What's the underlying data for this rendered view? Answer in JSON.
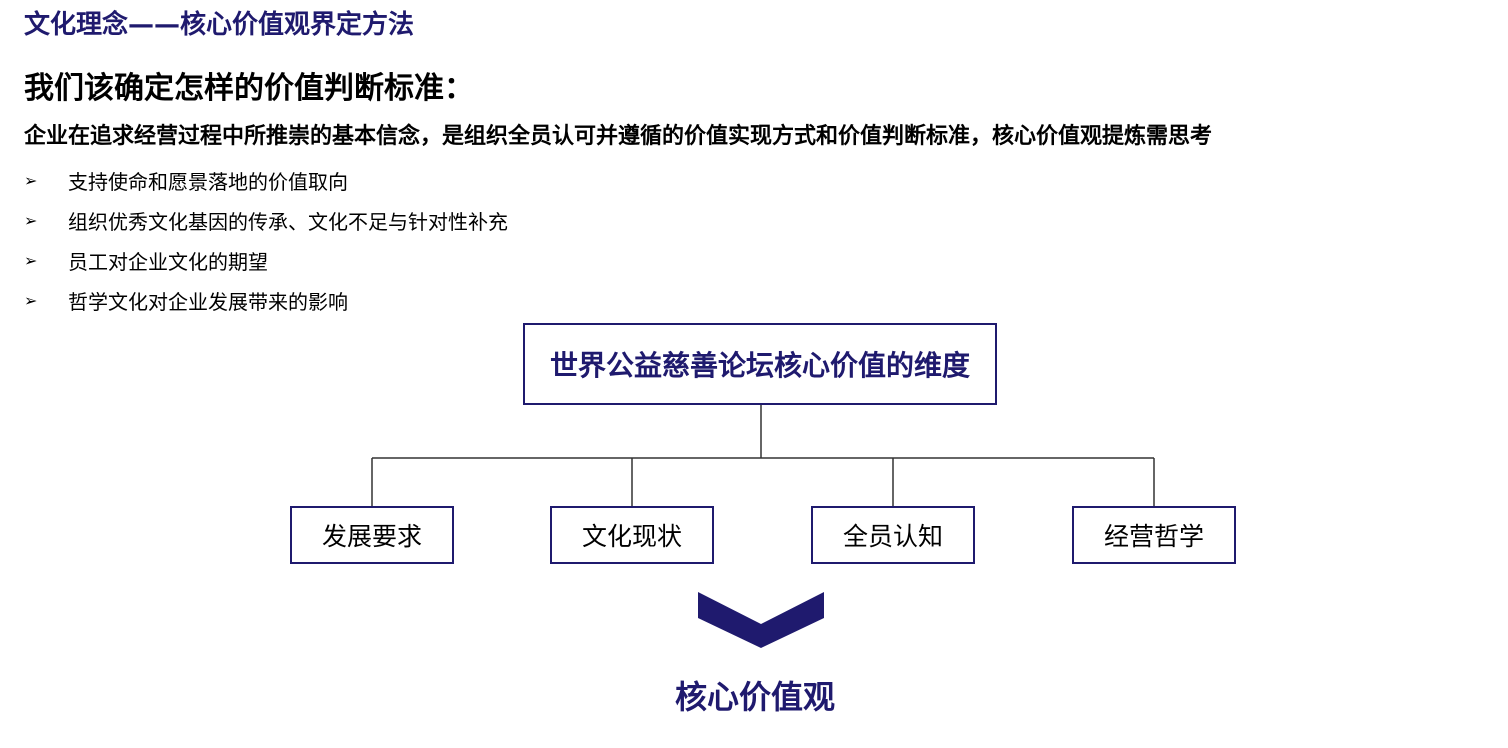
{
  "header": {
    "title": "文化理念——核心价值观界定方法",
    "question": "我们该确定怎样的价值判断标准：",
    "statement": "企业在追求经营过程中所推崇的基本信念，是组织全员认可并遵循的价值实现方式和价值判断标准，核心价值观提炼需思考"
  },
  "bullets": {
    "marker": "➢",
    "items": [
      "支持使命和愿景落地的价值取向",
      "组织优秀文化基因的传承、文化不足与针对性补充",
      "员工对企业文化的期望",
      "哲学文化对企业发展带来的影响"
    ]
  },
  "diagram": {
    "root": "世界公益慈善论坛核心价值的维度",
    "children": [
      "发展要求",
      "文化现状",
      "全员认知",
      "经营哲学"
    ],
    "result": "核心价值观",
    "accent_color": "#1f1a6e",
    "icon": "chevron-down-icon"
  }
}
